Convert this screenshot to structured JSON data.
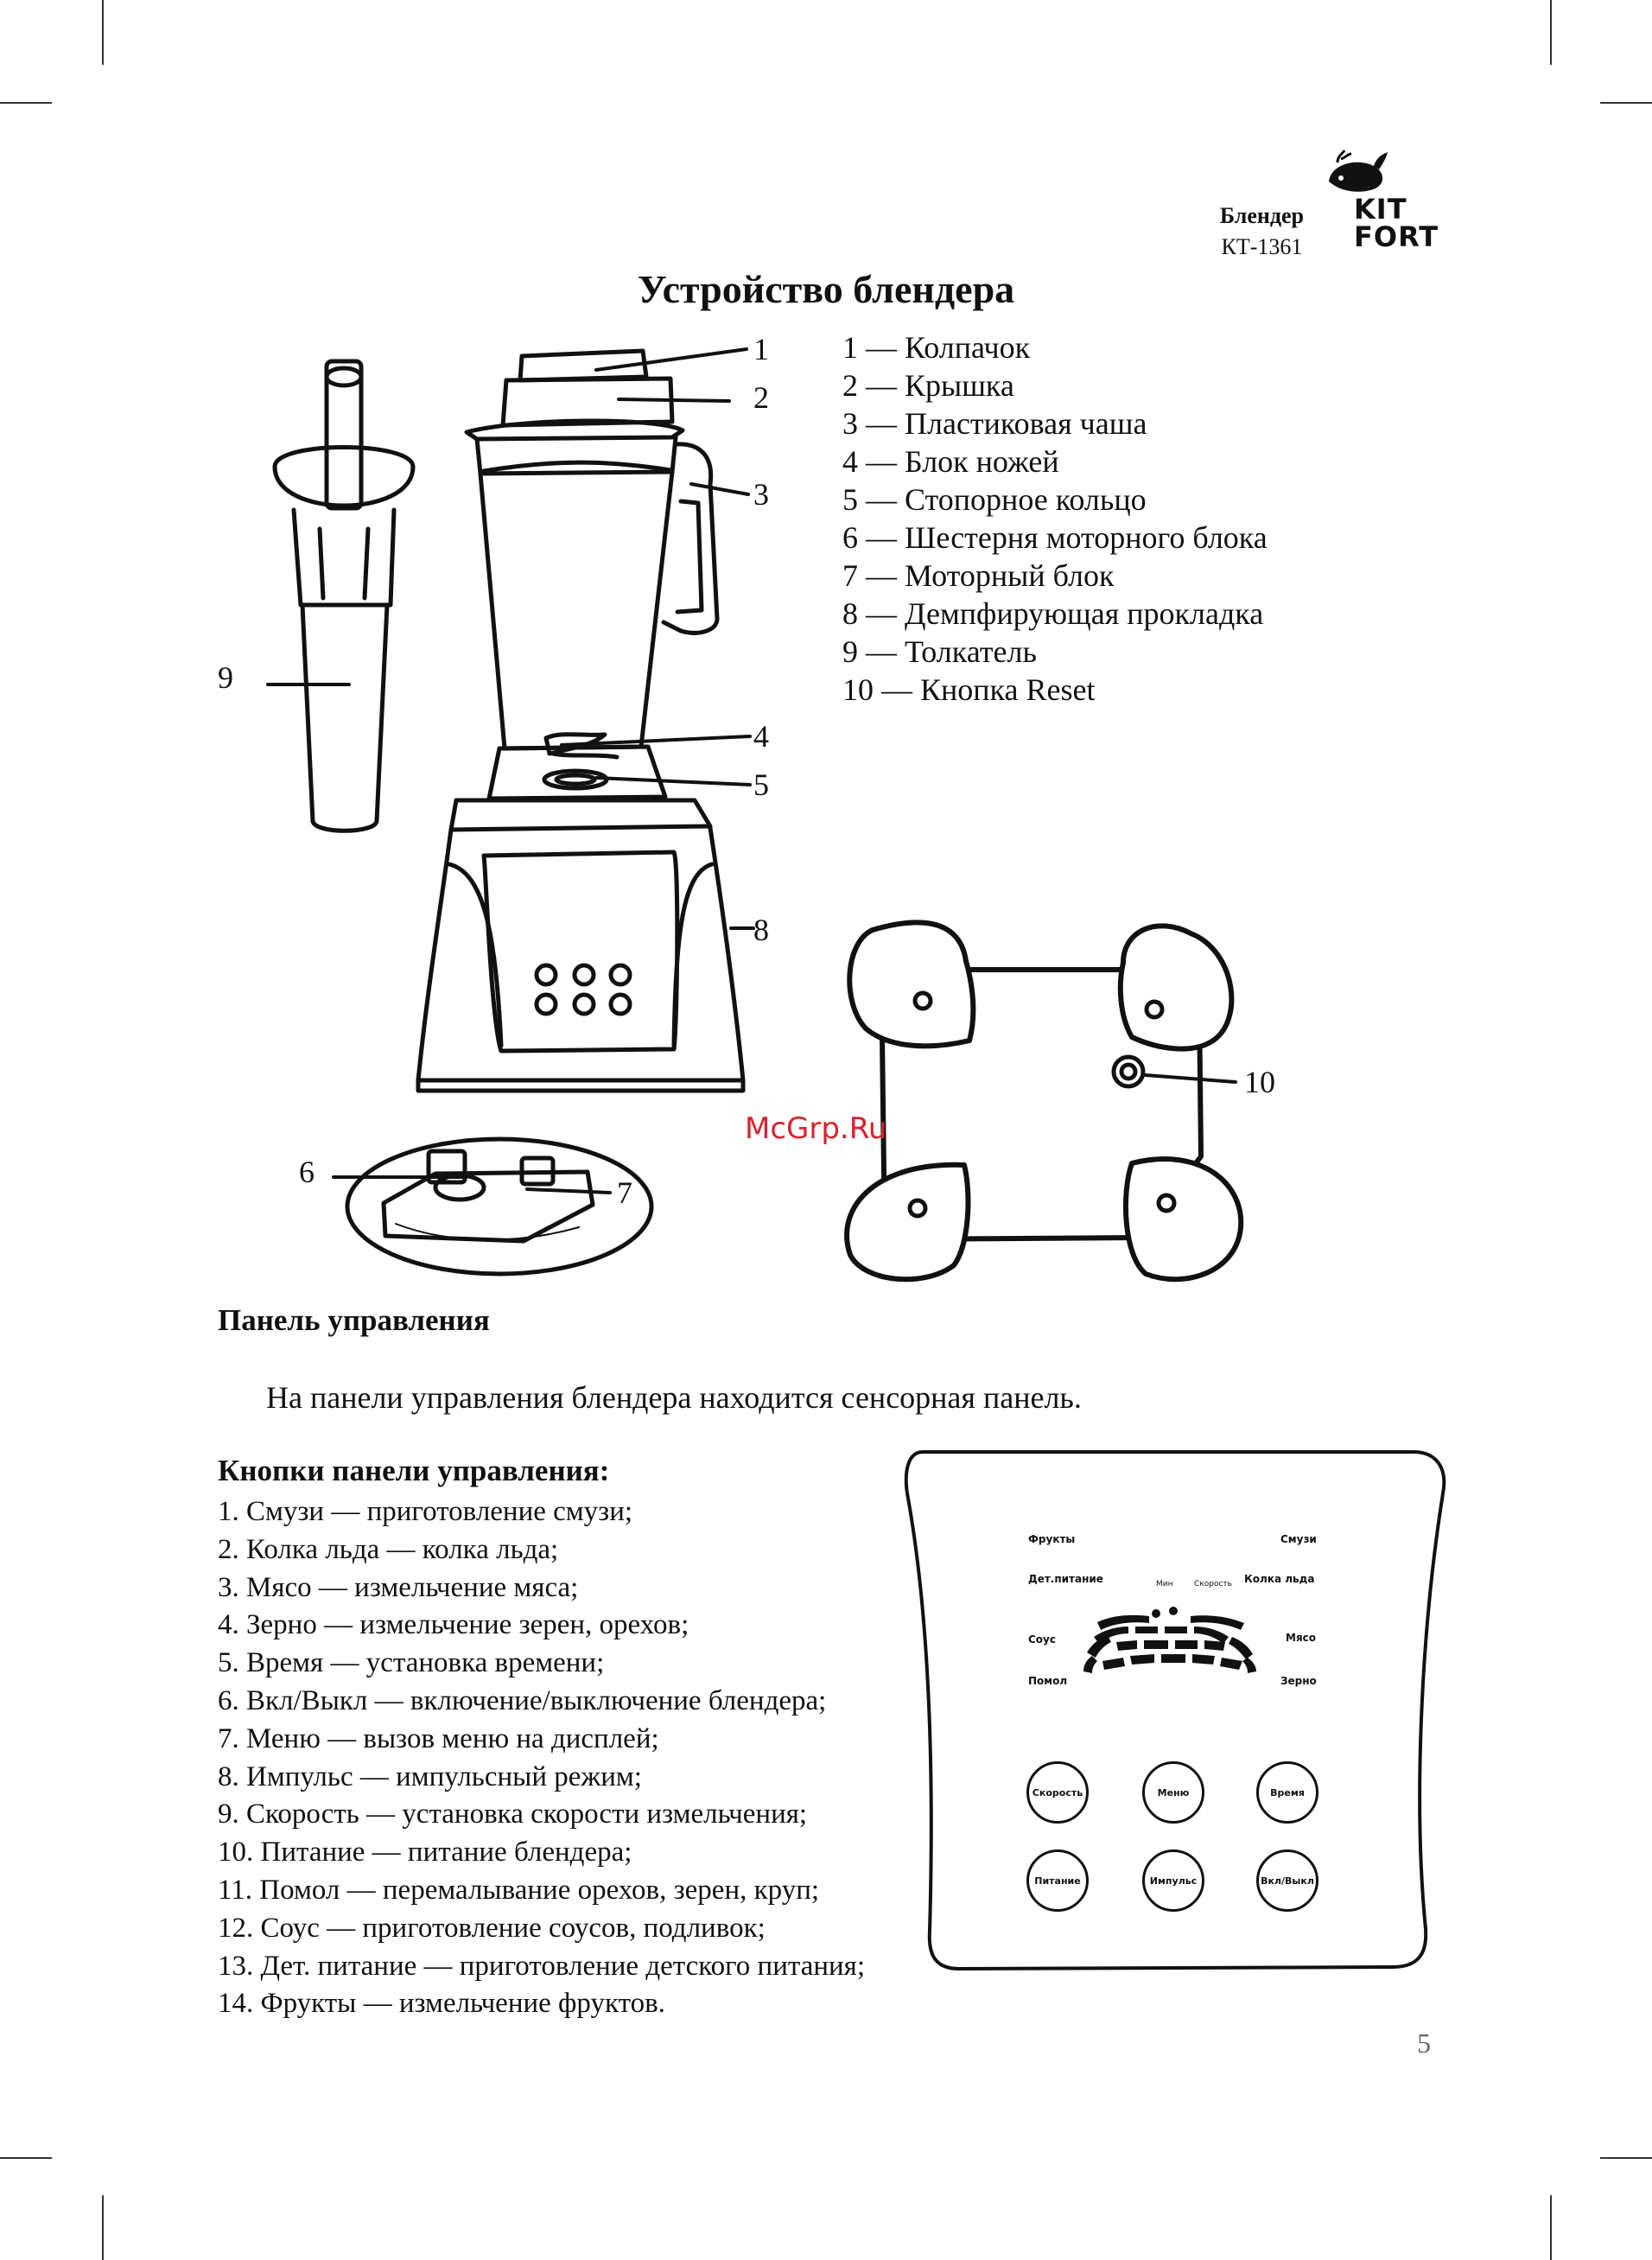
{
  "header": {
    "product": "Блендер",
    "model": "КТ-1361",
    "logo_line1": "KIT",
    "logo_line2": "FORT"
  },
  "title": "Устройство блендера",
  "parts": [
    "1 — Колпачок",
    "2 — Крышка",
    "3 — Пластиковая чаша",
    "4 — Блок ножей",
    "5 — Стопорное кольцо",
    "6 — Шестерня моторного блока",
    "7 — Моторный блок",
    "8 — Демпфирующая прокладка",
    "9 — Толкатель",
    "10 — Кнопка Reset"
  ],
  "callouts": [
    "1",
    "2",
    "3",
    "4",
    "5",
    "6",
    "7",
    "8",
    "9",
    "10"
  ],
  "watermark": "McGrp.Ru",
  "panel_section": {
    "heading": "Панель управления",
    "text": "На панели управления блендера находится сенсорная панель."
  },
  "buttons_section": {
    "heading": "Кнопки панели управления:",
    "items": [
      "1.   Смузи — приготовление смузи;",
      "2.   Колка льда — колка льда;",
      "3.   Мясо — измельчение мяса;",
      "4.   Зерно — измельчение зерен, орехов;",
      "5.   Время — установка времени;",
      "6.   Вкл/Выкл — включение/выключение блендера;",
      "7.   Меню — вызов меню на дисплей;",
      "8.   Импульс — импульсный режим;",
      "9.   Скорость — установка скорости измельчения;",
      "10. Питание — питание блендера;",
      "11. Помол — перемалывание орехов, зерен, круп;",
      "12. Соус — приготовление соусов, подливок;",
      "13. Дет. питание — приготовление детского питания;",
      "14. Фрукты — измельчение фруктов."
    ]
  },
  "control_panel": {
    "fruits": "Фрукты",
    "smoothie": "Смузи",
    "baby_food": "Дет.питание",
    "min": "Мин",
    "speed_small": "Скорость",
    "ice": "Колка льда",
    "sauce": "Соус",
    "meat": "Мясо",
    "grind": "Помол",
    "grain": "Зерно",
    "btn_speed": "Скорость",
    "btn_menu": "Меню",
    "btn_time": "Время",
    "btn_power": "Питание",
    "btn_pulse": "Импульс",
    "btn_onoff": "Вкл/Выкл"
  },
  "page_number": "5"
}
